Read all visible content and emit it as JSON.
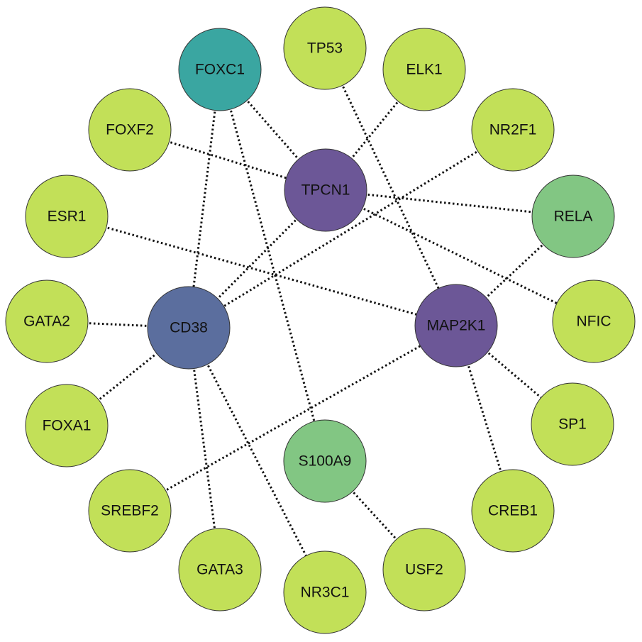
{
  "network": {
    "colors": {
      "peripheral": "#C2E058",
      "teal": "#3AA6A1",
      "green_mid": "#82C683",
      "purple": "#6C5797",
      "slate": "#5B6E9E",
      "edge": "#111111"
    },
    "nodes": [
      {
        "id": "TPCN1",
        "label": "TPCN1",
        "color": "purple"
      },
      {
        "id": "MAP2K1",
        "label": "MAP2K1",
        "color": "purple"
      },
      {
        "id": "CD38",
        "label": "CD38",
        "color": "slate"
      },
      {
        "id": "FOXC1",
        "label": "FOXC1",
        "color": "teal"
      },
      {
        "id": "RELA",
        "label": "RELA",
        "color": "green_mid"
      },
      {
        "id": "S100A9",
        "label": "S100A9",
        "color": "green_mid"
      },
      {
        "id": "TP53",
        "label": "TP53",
        "color": "peripheral"
      },
      {
        "id": "ELK1",
        "label": "ELK1",
        "color": "peripheral"
      },
      {
        "id": "NR2F1",
        "label": "NR2F1",
        "color": "peripheral"
      },
      {
        "id": "NFIC",
        "label": "NFIC",
        "color": "peripheral"
      },
      {
        "id": "SP1",
        "label": "SP1",
        "color": "peripheral"
      },
      {
        "id": "CREB1",
        "label": "CREB1",
        "color": "peripheral"
      },
      {
        "id": "USF2",
        "label": "USF2",
        "color": "peripheral"
      },
      {
        "id": "NR3C1",
        "label": "NR3C1",
        "color": "peripheral"
      },
      {
        "id": "GATA3",
        "label": "GATA3",
        "color": "peripheral"
      },
      {
        "id": "SREBF2",
        "label": "SREBF2",
        "color": "peripheral"
      },
      {
        "id": "FOXA1",
        "label": "FOXA1",
        "color": "peripheral"
      },
      {
        "id": "GATA2",
        "label": "GATA2",
        "color": "peripheral"
      },
      {
        "id": "ESR1",
        "label": "ESR1",
        "color": "peripheral"
      },
      {
        "id": "FOXF2",
        "label": "FOXF2",
        "color": "peripheral"
      }
    ],
    "edges": [
      {
        "source": "FOXC1",
        "target": "TPCN1"
      },
      {
        "source": "FOXC1",
        "target": "CD38"
      },
      {
        "source": "FOXC1",
        "target": "S100A9"
      },
      {
        "source": "FOXF2",
        "target": "TPCN1"
      },
      {
        "source": "ELK1",
        "target": "TPCN1"
      },
      {
        "source": "TP53",
        "target": "MAP2K1"
      },
      {
        "source": "NR2F1",
        "target": "CD38"
      },
      {
        "source": "TPCN1",
        "target": "RELA"
      },
      {
        "source": "TPCN1",
        "target": "NFIC"
      },
      {
        "source": "TPCN1",
        "target": "CD38"
      },
      {
        "source": "RELA",
        "target": "MAP2K1"
      },
      {
        "source": "ESR1",
        "target": "MAP2K1"
      },
      {
        "source": "GATA2",
        "target": "CD38"
      },
      {
        "source": "FOXA1",
        "target": "CD38"
      },
      {
        "source": "SREBF2",
        "target": "MAP2K1"
      },
      {
        "source": "CD38",
        "target": "GATA3"
      },
      {
        "source": "CD38",
        "target": "NR3C1"
      },
      {
        "source": "MAP2K1",
        "target": "SP1"
      },
      {
        "source": "MAP2K1",
        "target": "CREB1"
      },
      {
        "source": "S100A9",
        "target": "USF2"
      }
    ]
  }
}
